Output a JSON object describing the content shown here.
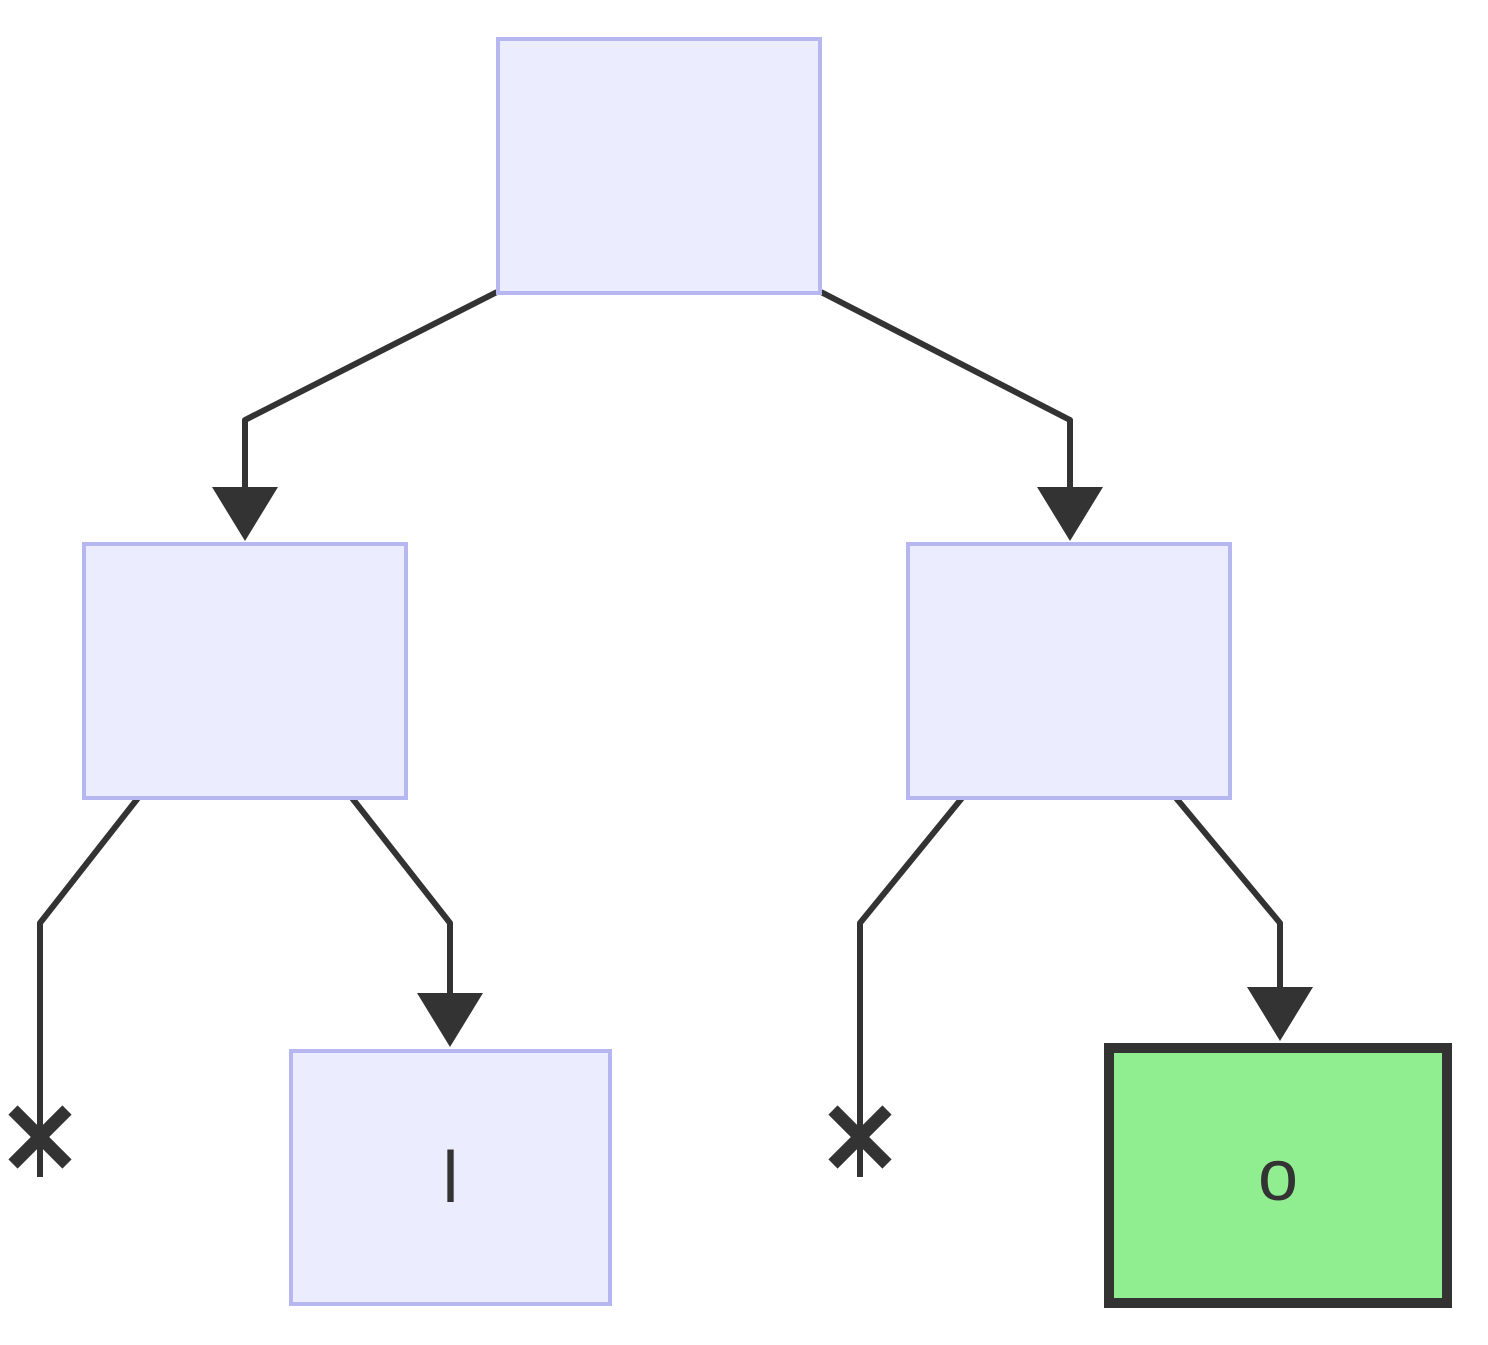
{
  "diagram": {
    "kind": "binary-tree",
    "background_color": "#ffffff",
    "edge_color": "#333333",
    "node_default_style": {
      "fill": "#ececff",
      "stroke": "#b6b6f0"
    },
    "node_highlight_style": {
      "fill": "#90ee90",
      "stroke": "#333333"
    },
    "nodes": [
      {
        "id": "root",
        "label": "",
        "style": "default",
        "level": 0
      },
      {
        "id": "mid-left",
        "label": "",
        "style": "default",
        "level": 1
      },
      {
        "id": "mid-right",
        "label": "",
        "style": "default",
        "level": 1
      },
      {
        "id": "leaf-l",
        "label": "l",
        "style": "default",
        "level": 2
      },
      {
        "id": "leaf-o",
        "label": "o",
        "style": "highlight",
        "level": 2
      }
    ],
    "edges": [
      {
        "from": "root",
        "to": "mid-left",
        "end": "arrow"
      },
      {
        "from": "root",
        "to": "mid-right",
        "end": "arrow"
      },
      {
        "from": "mid-left",
        "to": "nothing",
        "end": "cross"
      },
      {
        "from": "mid-left",
        "to": "leaf-l",
        "end": "arrow"
      },
      {
        "from": "mid-right",
        "to": "nothing",
        "end": "cross"
      },
      {
        "from": "mid-right",
        "to": "leaf-o",
        "end": "arrow"
      }
    ]
  }
}
